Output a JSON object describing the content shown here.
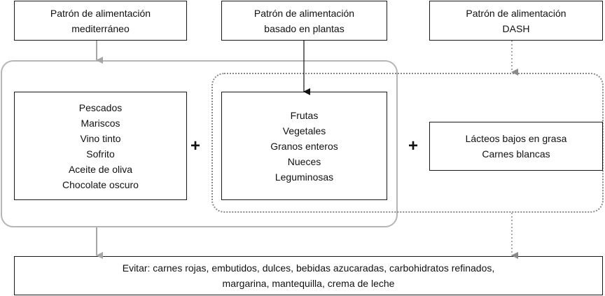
{
  "patterns": {
    "mediterranean": [
      "Patrón de alimentación",
      "mediterráneo"
    ],
    "plant_based": [
      "Patrón de alimentación",
      "basado en plantas"
    ],
    "dash": [
      "Patrón de alimentación",
      "DASH"
    ]
  },
  "foods": {
    "mediterranean": [
      "Pescados",
      "Mariscos",
      "Vino tinto",
      "Sofrito",
      "Aceite de oliva",
      "Chocolate oscuro"
    ],
    "plant_based": [
      "Frutas",
      "Vegetales",
      "Granos enteros",
      "Nueces",
      "Leguminosas"
    ],
    "dash": [
      "Lácteos bajos en grasa",
      "Carnes blancas"
    ]
  },
  "operators": {
    "plus_1": "+",
    "plus_2": "+"
  },
  "avoid": [
    "Evitar: carnes rojas, embutidos, dulces, bebidas azucaradas, carbohidratos refinados,",
    "margarina, mantequilla, crema de leche"
  ],
  "colors": {
    "solid_arrow": "#111111",
    "grey_arrow": "#a6a6a6",
    "dotted_arrow": "#8a8a8a"
  }
}
